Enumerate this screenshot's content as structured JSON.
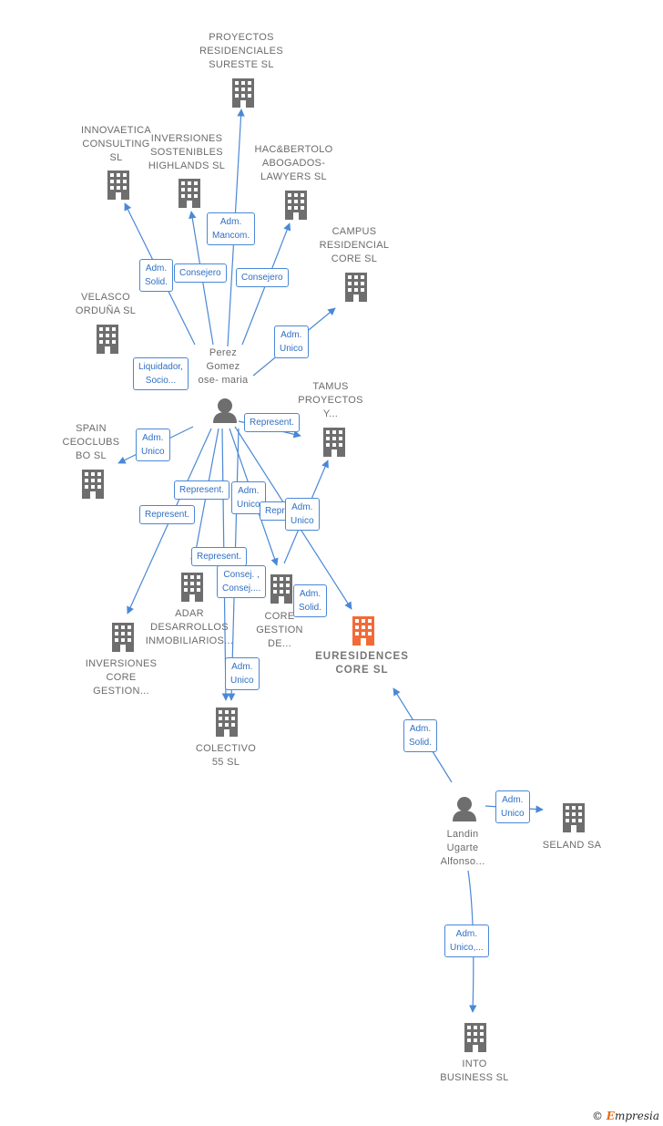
{
  "diagram": {
    "people": [
      {
        "id": "perez",
        "name": "Perez\nGomez\nose- maria"
      },
      {
        "id": "landin",
        "name": "Landin\nUgarte\nAlfonso..."
      }
    ],
    "companies": [
      {
        "id": "proyectos",
        "name": "PROYECTOS\nRESIDENCIALES\nSURESTE  SL"
      },
      {
        "id": "innovaetica",
        "name": "INNOVAETICA\nCONSULTING\nSL"
      },
      {
        "id": "inversiones_sost",
        "name": "INVERSIONES\nSOSTENIBLES\nHIGHLANDS SL"
      },
      {
        "id": "hac",
        "name": "HAC&BERTOLO\nABOGADOS-\nLAWYERS  SL"
      },
      {
        "id": "campus",
        "name": "CAMPUS\nRESIDENCIAL\nCORE  SL"
      },
      {
        "id": "velasco",
        "name": "VELASCO\nORDUÑA  SL"
      },
      {
        "id": "tamus",
        "name": "TAMUS\nPROYECTOS\nY..."
      },
      {
        "id": "spain",
        "name": "SPAIN\nCEOCLUBS\nBO  SL"
      },
      {
        "id": "adar",
        "name": "ADAR\nDESARROLLOS\nINMOBILIARIOS..."
      },
      {
        "id": "core_gestion",
        "name": "CORE\nGESTION\nDE..."
      },
      {
        "id": "euresidences",
        "name": "EURESIDENCES\nCORE  SL",
        "focus": true
      },
      {
        "id": "inversiones_core",
        "name": "INVERSIONES\nCORE\nGESTION..."
      },
      {
        "id": "colectivo",
        "name": "COLECTIVO\n55  SL"
      },
      {
        "id": "seland",
        "name": "SELAND SA"
      },
      {
        "id": "into",
        "name": "INTO\nBUSINESS  SL"
      }
    ],
    "relations": [
      "Adm.\nMancom.",
      "Adm.\nSolid.",
      "Consejero",
      "Consejero",
      "Adm.\nUnico",
      "Liquidador,\nSocio...",
      "Represent.",
      "Adm.\nUnico",
      "Represent.",
      "Adm.\nUnico",
      "Repr",
      "Adm.\nUnico",
      "Represent.",
      "Represent.",
      "Consej. ,\nConsej....",
      "Adm.\nSolid.",
      "Adm.\nUnico",
      "Adm.\nSolid.",
      "Adm.\nUnico",
      "Adm.\nUnico,..."
    ],
    "colors": {
      "edge": "#4a88d6",
      "node": "#6e6e6e",
      "focus": "#f26a38"
    }
  },
  "footer": {
    "copyright": "©",
    "brand_initial": "E",
    "brand_rest": "mpresia"
  }
}
